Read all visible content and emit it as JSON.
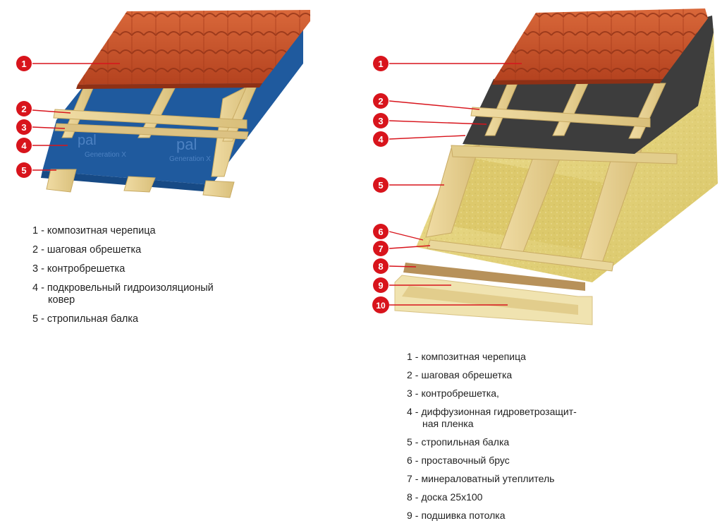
{
  "left_legend": [
    {
      "num": "1",
      "text": "композитная черепица",
      "cont": ""
    },
    {
      "num": "2",
      "text": "шаговая обрешетка",
      "cont": ""
    },
    {
      "num": "3",
      "text": "контробрешетка",
      "cont": ""
    },
    {
      "num": "4",
      "text": "подкровельный гидроизоляционый",
      "cont": "ковер"
    },
    {
      "num": "5",
      "text": "стропильная балка",
      "cont": ""
    }
  ],
  "right_legend": [
    {
      "num": "1",
      "text": "композитная черепица",
      "cont": ""
    },
    {
      "num": "2",
      "text": "шаговая обрешетка",
      "cont": ""
    },
    {
      "num": "3",
      "text": "контробрешетка,",
      "cont": ""
    },
    {
      "num": "4",
      "text": "диффузионная гидроветрозащит-",
      "cont": "ная пленка"
    },
    {
      "num": "5",
      "text": "стропильная балка",
      "cont": ""
    },
    {
      "num": "6",
      "text": "проставочный брус",
      "cont": ""
    },
    {
      "num": "7",
      "text": "минераловатный утеплитель",
      "cont": ""
    },
    {
      "num": "8",
      "text": "доска 25х100",
      "cont": ""
    },
    {
      "num": "9",
      "text": "подшивка потолка",
      "cont": ""
    }
  ],
  "left_markers": [
    "1",
    "2",
    "3",
    "4",
    "5"
  ],
  "right_markers": [
    "1",
    "2",
    "3",
    "4",
    "5",
    "6",
    "7",
    "8",
    "9",
    "10"
  ],
  "membrane_print": [
    "pal",
    "Generation X"
  ],
  "colors": {
    "marker_red": "#d8141c",
    "tile": "#c8522a",
    "wood": "#e6cf8e",
    "membrane": "#1f5a9e",
    "insulation": "#e8d77a",
    "dark_film": "#3d3d3d"
  }
}
